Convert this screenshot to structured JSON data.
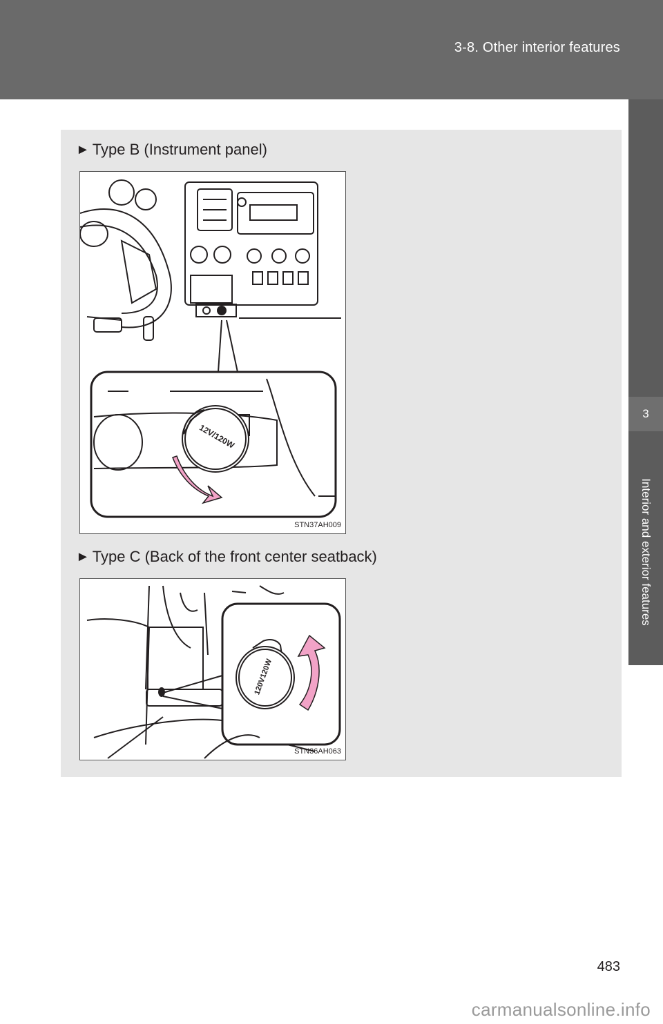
{
  "header": {
    "section_title": "3-8. Other interior features"
  },
  "side_tab": {
    "number": "3",
    "label": "Interior and exterior features"
  },
  "sections": [
    {
      "bullet": "►",
      "heading": "Type B (Instrument panel)",
      "figure_code": "STN37AH009",
      "outlet_text": "12V/120W"
    },
    {
      "bullet": "►",
      "heading": "Type C (Back of the front center seatback)",
      "figure_code": "STN36AH063",
      "outlet_text": "120V120W"
    }
  ],
  "page_number": "483",
  "watermark": "carmanualsonline.info",
  "colors": {
    "header": "#6a6a6a",
    "panel": "#e6e6e6",
    "arrow": "#f2a3c7"
  }
}
